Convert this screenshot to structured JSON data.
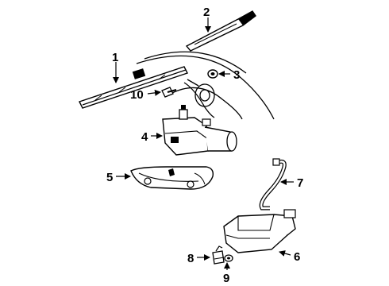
{
  "diagram": {
    "callouts": [
      {
        "id": 1,
        "label": "1",
        "part": "wiper-blade"
      },
      {
        "id": 2,
        "label": "2",
        "part": "wiper-arm"
      },
      {
        "id": 3,
        "label": "3",
        "part": "pivot-cap"
      },
      {
        "id": 4,
        "label": "4",
        "part": "wiper-motor"
      },
      {
        "id": 5,
        "label": "5",
        "part": "motor-cover"
      },
      {
        "id": 6,
        "label": "6",
        "part": "washer-reservoir"
      },
      {
        "id": 7,
        "label": "7",
        "part": "washer-hose"
      },
      {
        "id": 8,
        "label": "8",
        "part": "washer-pump"
      },
      {
        "id": 9,
        "label": "9",
        "part": "grommet"
      },
      {
        "id": 10,
        "label": "10",
        "part": "bolt"
      }
    ],
    "colors": {
      "line": "#000000",
      "background": "#ffffff"
    }
  }
}
